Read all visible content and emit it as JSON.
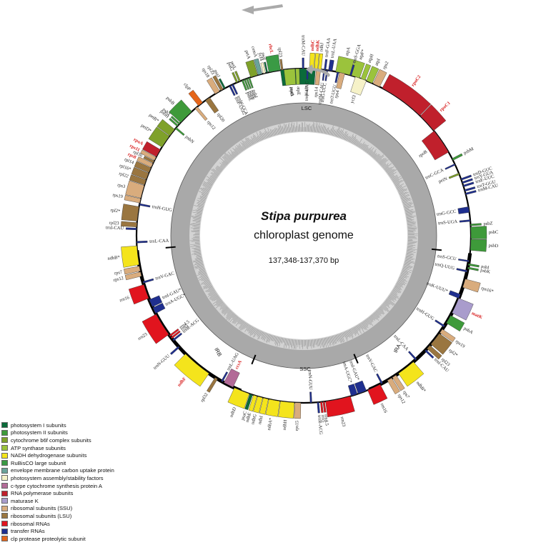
{
  "title": "Stipa purpurea",
  "subtitle": "chloroplast genome",
  "size_label": "137,348-137,370 bp",
  "regions": {
    "lsc": "LSC",
    "ssc": "SSC",
    "ira": "IRA",
    "irb": "IRB"
  },
  "colors": {
    "ps1": "#0b6b3a",
    "ps2": "#3e9a3a",
    "b6f": "#7fa12a",
    "atp": "#9bc33c",
    "ndh": "#f4e41c",
    "rbc": "#3a9a44",
    "ccs": "#6aa39a",
    "ycf": "#f6f2c8",
    "cemA": "#b26a97",
    "rpo": "#c0202c",
    "mat": "#a99ccc",
    "rps": "#d9ac7d",
    "rpl": "#9a7640",
    "rrn": "#e1141e",
    "trn": "#1f2f8f",
    "clp": "#e5651a"
  },
  "legend": [
    {
      "label": "photosystem I subunits",
      "color_key": "ps1"
    },
    {
      "label": "photosystem II subunits",
      "color_key": "ps2"
    },
    {
      "label": "cytochrome b6f complex subunits",
      "color_key": "b6f"
    },
    {
      "label": "ATP synthase subunits",
      "color_key": "atp"
    },
    {
      "label": "NADH dehydrogenase subunits",
      "color_key": "ndh"
    },
    {
      "label": "RuBisCO large subunit",
      "color_key": "rbc"
    },
    {
      "label": "envelope membrane carbon uptake protein",
      "color_key": "ccs"
    },
    {
      "label": "photosystem assembly/stability factors",
      "color_key": "ycf"
    },
    {
      "label": "c-type cytochrome synthesis protein A",
      "color_key": "cemA"
    },
    {
      "label": "RNA polymerase subunits",
      "color_key": "rpo"
    },
    {
      "label": "maturase K",
      "color_key": "mat"
    },
    {
      "label": "ribosomal subunits (SSU)",
      "color_key": "rps"
    },
    {
      "label": "ribosomal subunits (LSU)",
      "color_key": "rpl"
    },
    {
      "label": "ribosomal RNAs",
      "color_key": "rrn"
    },
    {
      "label": "transfer RNAs",
      "color_key": "trn"
    },
    {
      "label": "clp protease proteolytic subunit",
      "color_key": "clp"
    }
  ],
  "genes": [
    {
      "name": "psaA",
      "s": -8,
      "e": -1.5,
      "c": "ps1",
      "o": "in",
      "red": false
    },
    {
      "name": "psaB",
      "s": -1.5,
      "e": 4,
      "c": "ps1",
      "o": "in",
      "red": false
    },
    {
      "name": "rps14",
      "s": 4.3,
      "e": 5.8,
      "c": "rps",
      "o": "in",
      "red": false
    },
    {
      "name": "trnfM-CAU",
      "s": 6.8,
      "e": 7.3,
      "c": "trn",
      "o": "in",
      "red": false
    },
    {
      "name": "trnG-UCC",
      "s": 7.8,
      "e": 8.3,
      "c": "trn",
      "o": "in",
      "red": false
    },
    {
      "name": "atpA",
      "s": 11,
      "e": 16,
      "c": "atp",
      "o": "out",
      "red": false
    },
    {
      "name": "atpF*",
      "s": 16.2,
      "e": 19.5,
      "c": "atp",
      "o": "out",
      "red": false
    },
    {
      "name": "atpH",
      "s": 20,
      "e": 21.5,
      "c": "atp",
      "o": "out",
      "red": false
    },
    {
      "name": "atpI",
      "s": 22,
      "e": 24.2,
      "c": "atp",
      "o": "out",
      "red": false
    },
    {
      "name": "rps2",
      "s": 24.5,
      "e": 27,
      "c": "rps",
      "o": "out",
      "red": false
    },
    {
      "name": "rpoC2",
      "s": 28,
      "e": 44,
      "c": "rpo",
      "o": "out",
      "red": true
    },
    {
      "name": "rpoC1",
      "s": 44.2,
      "e": 51,
      "c": "rpo",
      "o": "out",
      "red": true
    },
    {
      "name": "rpoB",
      "s": 51.2,
      "e": 60,
      "c": "rpo",
      "o": "in",
      "red": false
    },
    {
      "name": "psbM",
      "s": 62.5,
      "e": 63.2,
      "c": "ps2",
      "o": "out",
      "red": false
    },
    {
      "name": "trnC-GCA",
      "s": 64.5,
      "e": 65,
      "c": "trn",
      "o": "in",
      "red": false
    },
    {
      "name": "petN",
      "s": 68,
      "e": 68.6,
      "c": "b6f",
      "o": "in",
      "red": false
    },
    {
      "name": "trnD-GUC",
      "s": 70,
      "e": 70.6,
      "c": "trn",
      "o": "out",
      "red": false
    },
    {
      "name": "trnY-GUA",
      "s": 71.2,
      "e": 71.8,
      "c": "trn",
      "o": "out",
      "red": false
    },
    {
      "name": "trnE-UUC",
      "s": 72.4,
      "e": 73,
      "c": "trn",
      "o": "out",
      "red": false
    },
    {
      "name": "trnT-GGU",
      "s": 74,
      "e": 74.6,
      "c": "trn",
      "o": "out",
      "red": false
    },
    {
      "name": "trnM-CAU",
      "s": 75.2,
      "e": 75.8,
      "c": "trn",
      "o": "out",
      "red": false
    },
    {
      "name": "trnG-GCC",
      "s": 80,
      "e": 82,
      "c": "trn",
      "o": "in",
      "red": false
    },
    {
      "name": "trnS-UGA",
      "s": 84.5,
      "e": 85.1,
      "c": "trn",
      "o": "in",
      "red": false
    },
    {
      "name": "psbZ",
      "s": 86,
      "e": 86.6,
      "c": "ps2",
      "o": "out",
      "red": false
    },
    {
      "name": "psbC",
      "s": 87,
      "e": 91,
      "c": "ps2",
      "o": "out",
      "red": false
    },
    {
      "name": "psbD",
      "s": 91.2,
      "e": 95,
      "c": "ps2",
      "o": "out",
      "red": false
    },
    {
      "name": "trnS-GCU",
      "s": 98.5,
      "e": 99,
      "c": "trn",
      "o": "in",
      "red": false
    },
    {
      "name": "psbI",
      "s": 99.6,
      "e": 100.2,
      "c": "ps2",
      "o": "out",
      "red": false
    },
    {
      "name": "psbK",
      "s": 100.8,
      "e": 101.4,
      "c": "ps2",
      "o": "out",
      "red": false
    },
    {
      "name": "trnQ-UUG",
      "s": 102,
      "e": 102.6,
      "c": "trn",
      "o": "in",
      "red": false
    },
    {
      "name": "rps16*",
      "s": 105,
      "e": 108,
      "c": "rps",
      "o": "out",
      "red": false
    },
    {
      "name": "trnK-UUU*",
      "s": 110.5,
      "e": 112,
      "c": "trn",
      "o": "in",
      "red": false
    },
    {
      "name": "matK",
      "s": 112,
      "e": 117.5,
      "c": "mat",
      "o": "out",
      "red": true
    },
    {
      "name": "psbA",
      "s": 118.5,
      "e": 121.5,
      "c": "ps2",
      "o": "out",
      "red": false
    },
    {
      "name": "trnH-GUG",
      "s": 122.5,
      "e": 123.1,
      "c": "trn",
      "o": "in",
      "red": false
    },
    {
      "name": "rps19",
      "s": 124,
      "e": 125.5,
      "c": "rps",
      "o": "out",
      "red": false
    },
    {
      "name": "rpl2*",
      "s": 125.8,
      "e": 130.5,
      "c": "rpl",
      "o": "out",
      "red": false
    },
    {
      "name": "rpl23",
      "s": 131,
      "e": 132.5,
      "c": "rpl",
      "o": "out",
      "red": false
    },
    {
      "name": "trnI-CAU",
      "s": 133,
      "e": 133.6,
      "c": "trn",
      "o": "out",
      "red": false
    },
    {
      "name": "trnL-CAA",
      "s": 137.5,
      "e": 138.1,
      "c": "trn",
      "o": "in",
      "red": false
    },
    {
      "name": "ndhB*",
      "s": 139,
      "e": 145.5,
      "c": "ndh",
      "o": "out",
      "red": false
    },
    {
      "name": "rps7",
      "s": 146.5,
      "e": 148,
      "c": "rps",
      "o": "out",
      "red": false
    },
    {
      "name": "rps12",
      "s": 148.3,
      "e": 150,
      "c": "rps",
      "o": "out",
      "red": false
    },
    {
      "name": "trnV-GAC",
      "s": 151.8,
      "e": 152.4,
      "c": "trn",
      "o": "in",
      "red": false
    },
    {
      "name": "rrn16",
      "s": 152.8,
      "e": 157.5,
      "c": "rrn",
      "o": "out",
      "red": false
    },
    {
      "name": "trnI-GAU*",
      "s": 158,
      "e": 161,
      "c": "trn",
      "o": "in",
      "red": false
    },
    {
      "name": "trnA-UGC*",
      "s": 161.3,
      "e": 163.5,
      "c": "trn",
      "o": "in",
      "red": false
    },
    {
      "name": "rrn23",
      "s": 163.8,
      "e": 172.5,
      "c": "rrn",
      "o": "out",
      "red": false
    },
    {
      "name": "rrn4.5",
      "s": 172.8,
      "e": 173.4,
      "c": "rrn",
      "o": "out",
      "red": false
    },
    {
      "name": "rrn5",
      "s": 173.7,
      "e": 174.3,
      "c": "rrn",
      "o": "out",
      "red": false
    },
    {
      "name": "trnR-ACG",
      "s": 174.8,
      "e": 175.4,
      "c": "trn",
      "o": "out",
      "red": false
    },
    {
      "name": "trnN-GUU",
      "s": 177.2,
      "e": 177.8,
      "c": "trn",
      "o": "in",
      "red": false
    },
    {
      "name": "rps15",
      "s": 181,
      "e": 183,
      "c": "rps",
      "o": "out",
      "red": false
    },
    {
      "name": "ndhH",
      "s": 183.2,
      "e": 188,
      "c": "ndh",
      "o": "out",
      "red": false
    },
    {
      "name": "ndhA*",
      "s": 188.2,
      "e": 192,
      "c": "ndh",
      "o": "out",
      "red": false
    },
    {
      "name": "ndhI",
      "s": 192.2,
      "e": 194,
      "c": "ndh",
      "o": "out",
      "red": false
    },
    {
      "name": "ndhG",
      "s": 194.2,
      "e": 196,
      "c": "ndh",
      "o": "out",
      "red": false
    },
    {
      "name": "ndhE",
      "s": 196.2,
      "e": 197.5,
      "c": "ndh",
      "o": "out",
      "red": false
    },
    {
      "name": "psaC",
      "s": 197.8,
      "e": 198.8,
      "c": "ps1",
      "o": "out",
      "red": false
    },
    {
      "name": "ndhD",
      "s": 199,
      "e": 204.5,
      "c": "ndh",
      "o": "out",
      "red": false
    },
    {
      "name": "ccsA",
      "s": 205,
      "e": 208.5,
      "c": "cemA",
      "o": "in",
      "red": true
    },
    {
      "name": "trnL-UAG",
      "s": 209,
      "e": 209.6,
      "c": "trn",
      "o": "in",
      "red": false
    },
    {
      "name": "rpl32",
      "s": 211,
      "e": 212,
      "c": "rpl",
      "o": "out",
      "red": false
    },
    {
      "name": "ndhF",
      "s": 214.5,
      "e": 225,
      "c": "ndh",
      "o": "out",
      "red": true
    },
    {
      "name": "trnN-GUU",
      "s": 228,
      "e": 228.6,
      "c": "trn",
      "o": "out",
      "red": false
    },
    {
      "name": "trnR-ACG",
      "s": 231,
      "e": 231.6,
      "c": "trn",
      "o": "in",
      "red": false
    },
    {
      "name": "rrn5",
      "s": 232,
      "e": 232.6,
      "c": "rrn",
      "o": "in",
      "red": false
    },
    {
      "name": "rrn4.5",
      "s": 232.9,
      "e": 233.5,
      "c": "rrn",
      "o": "in",
      "red": false
    },
    {
      "name": "rrn23",
      "s": 233.8,
      "e": 242,
      "c": "rrn",
      "o": "out",
      "red": false
    },
    {
      "name": "trnA-UGC*",
      "s": 242.3,
      "e": 244.5,
      "c": "trn",
      "o": "in",
      "red": false
    },
    {
      "name": "trnI-GAU*",
      "s": 244.8,
      "e": 247.5,
      "c": "trn",
      "o": "in",
      "red": false
    },
    {
      "name": "rrn16",
      "s": 248,
      "e": 253,
      "c": "rrn",
      "o": "out",
      "red": false
    },
    {
      "name": "trnV-GAC",
      "s": 253.5,
      "e": 254.1,
      "c": "trn",
      "o": "in",
      "red": false
    },
    {
      "name": "rps12",
      "s": 256,
      "e": 257.5,
      "c": "rps",
      "o": "out",
      "red": false
    },
    {
      "name": "rps7",
      "s": 257.8,
      "e": 259.5,
      "c": "rps",
      "o": "out",
      "red": false
    },
    {
      "name": "ndhB*",
      "s": 260,
      "e": 266.5,
      "c": "ndh",
      "o": "out",
      "red": false
    },
    {
      "name": "trnL-CAA",
      "s": 267.5,
      "e": 268.1,
      "c": "trn",
      "o": "in",
      "red": false
    },
    {
      "name": "trnI-CAU",
      "s": 272,
      "e": 272.6,
      "c": "trn",
      "o": "out",
      "red": false
    },
    {
      "name": "rpl23",
      "s": 273,
      "e": 274.5,
      "c": "rpl",
      "o": "out",
      "red": false
    },
    {
      "name": "rpl2*",
      "s": 275,
      "e": 280,
      "c": "rpl",
      "o": "out",
      "red": false
    },
    {
      "name": "trnH-GUG",
      "s": 280.5,
      "e": 281.1,
      "c": "trn",
      "o": "in",
      "red": false
    },
    {
      "name": "rps19",
      "s": 281.3,
      "e": 282.8,
      "c": "rps",
      "o": "out",
      "red": false
    },
    {
      "name": "rps3",
      "s": 283,
      "e": 287.5,
      "c": "rps",
      "o": "out",
      "red": false
    },
    {
      "name": "rpl22",
      "s": 287.7,
      "e": 289.5,
      "c": "rpl",
      "o": "out",
      "red": false
    },
    {
      "name": "rpl16*",
      "s": 289.7,
      "e": 292,
      "c": "rpl",
      "o": "out",
      "red": false
    },
    {
      "name": "rpl14",
      "s": 292.2,
      "e": 294,
      "c": "rpl",
      "o": "out",
      "red": false
    },
    {
      "name": "rps8",
      "s": 294.2,
      "e": 295.6,
      "c": "rps",
      "o": "out",
      "red": true
    },
    {
      "name": "rpl36",
      "s": 295.8,
      "e": 296.6,
      "c": "rpl",
      "o": "out",
      "red": false
    },
    {
      "name": "rps11",
      "s": 296.8,
      "e": 298,
      "c": "rps",
      "o": "out",
      "red": true
    },
    {
      "name": "rpoA",
      "s": 298.2,
      "e": 301,
      "c": "rpo",
      "o": "out",
      "red": true
    },
    {
      "name": "petD*",
      "s": 302,
      "e": 306.5,
      "c": "b6f",
      "o": "out",
      "red": false
    },
    {
      "name": "petB*",
      "s": 306.7,
      "e": 309.5,
      "c": "b6f",
      "o": "out",
      "red": false
    },
    {
      "name": "psbN",
      "s": 309.8,
      "e": 310.4,
      "c": "ps2",
      "o": "in",
      "red": false
    },
    {
      "name": "psbH",
      "s": 310.8,
      "e": 311.4,
      "c": "ps2",
      "o": "out",
      "red": false
    },
    {
      "name": "psbT",
      "s": 311.7,
      "e": 312.3,
      "c": "ps2",
      "o": "out",
      "red": false
    },
    {
      "name": "psbB",
      "s": 312.6,
      "e": 318,
      "c": "ps2",
      "o": "out",
      "red": false
    },
    {
      "name": "rps12",
      "s": 319.5,
      "e": 320.5,
      "c": "rps",
      "o": "in",
      "red": false
    },
    {
      "name": "clpP",
      "s": 321,
      "e": 322.8,
      "c": "clp",
      "o": "out",
      "red": false
    },
    {
      "name": "rpl20",
      "s": 324,
      "e": 325.8,
      "c": "rpl",
      "o": "in",
      "red": false
    },
    {
      "name": "rps18",
      "s": 328,
      "e": 329.8,
      "c": "rps",
      "o": "out",
      "red": false
    },
    {
      "name": "rpl33",
      "s": 330.2,
      "e": 331.2,
      "c": "rpl",
      "o": "out",
      "red": false
    },
    {
      "name": "psaJ",
      "s": 331.5,
      "e": 332.1,
      "c": "ps1",
      "o": "out",
      "red": false
    },
    {
      "name": "trnP-UGG",
      "s": 333.5,
      "e": 334.1,
      "c": "trn",
      "o": "in",
      "red": false
    },
    {
      "name": "trnW-CCA",
      "s": 334.5,
      "e": 335.1,
      "c": "trn",
      "o": "in",
      "red": false
    },
    {
      "name": "petG",
      "s": 336.2,
      "e": 336.8,
      "c": "b6f",
      "o": "out",
      "red": false
    },
    {
      "name": "petL",
      "s": 337.2,
      "e": 337.8,
      "c": "b6f",
      "o": "out",
      "red": false
    },
    {
      "name": "psbE",
      "s": 338.2,
      "e": 338.8,
      "c": "ps2",
      "o": "in",
      "red": false
    },
    {
      "name": "psbF",
      "s": 339.1,
      "e": 339.6,
      "c": "ps2",
      "o": "in",
      "red": false
    },
    {
      "name": "psbL",
      "s": 339.9,
      "e": 340.4,
      "c": "ps2",
      "o": "in",
      "red": false
    },
    {
      "name": "psbJ",
      "s": 340.7,
      "e": 341.2,
      "c": "ps2",
      "o": "in",
      "red": false
    },
    {
      "name": "petA",
      "s": 341.5,
      "e": 344,
      "c": "b6f",
      "o": "out",
      "red": false
    },
    {
      "name": "cemA",
      "s": 344.2,
      "e": 345.6,
      "c": "ccs",
      "o": "out",
      "red": false
    },
    {
      "name": "ycf4",
      "s": 346,
      "e": 346.8,
      "c": "ycf",
      "o": "out",
      "red": false
    },
    {
      "name": "psaI",
      "s": 347.1,
      "e": 347.6,
      "c": "ps1",
      "o": "out",
      "red": false
    },
    {
      "name": "rbcL",
      "s": 348,
      "e": 352,
      "c": "rbc",
      "o": "out",
      "red": true
    },
    {
      "name": "rpl23",
      "s": 352.3,
      "e": 352.9,
      "c": "rpl",
      "o": "out",
      "red": false
    },
    {
      "name": "atpB",
      "s": 353.2,
      "e": 357,
      "c": "atp",
      "o": "in",
      "red": false
    },
    {
      "name": "atpE",
      "s": 357.2,
      "e": 358.5,
      "c": "atp",
      "o": "in",
      "red": false
    },
    {
      "name": "trnM-CAU",
      "s": 359.5,
      "e": 360.1,
      "c": "trn",
      "o": "out",
      "red": false
    },
    {
      "name": "trnV-UAC",
      "s": 361,
      "e": 361.6,
      "c": "trn",
      "o": "in",
      "red": false
    },
    {
      "name": "ndhC",
      "s": 362,
      "e": 363.5,
      "c": "ndh",
      "o": "out",
      "red": true
    },
    {
      "name": "ndhK",
      "s": 363.7,
      "e": 364.8,
      "c": "ndh",
      "o": "out",
      "red": true
    },
    {
      "name": "ndhJ",
      "s": 365,
      "e": 366,
      "c": "ndh",
      "o": "out",
      "red": false
    },
    {
      "name": "trnF-GAA",
      "s": 367,
      "e": 367.6,
      "c": "trn",
      "o": "out",
      "red": false
    },
    {
      "name": "trnL-UAA",
      "s": 368.5,
      "e": 369.8,
      "c": "trn",
      "o": "out",
      "red": false
    },
    {
      "name": "trnT-UGU",
      "s": 371.5,
      "e": 372.1,
      "c": "trn",
      "o": "in",
      "red": false
    },
    {
      "name": "rps4",
      "s": 372.4,
      "e": 374.2,
      "c": "rps",
      "o": "in",
      "red": false
    },
    {
      "name": "trnS-GGA",
      "s": 376,
      "e": 376.6,
      "c": "trn",
      "o": "out",
      "red": false
    },
    {
      "name": "ycf3",
      "s": 378,
      "e": 382,
      "c": "ycf",
      "o": "in",
      "red": false
    }
  ]
}
